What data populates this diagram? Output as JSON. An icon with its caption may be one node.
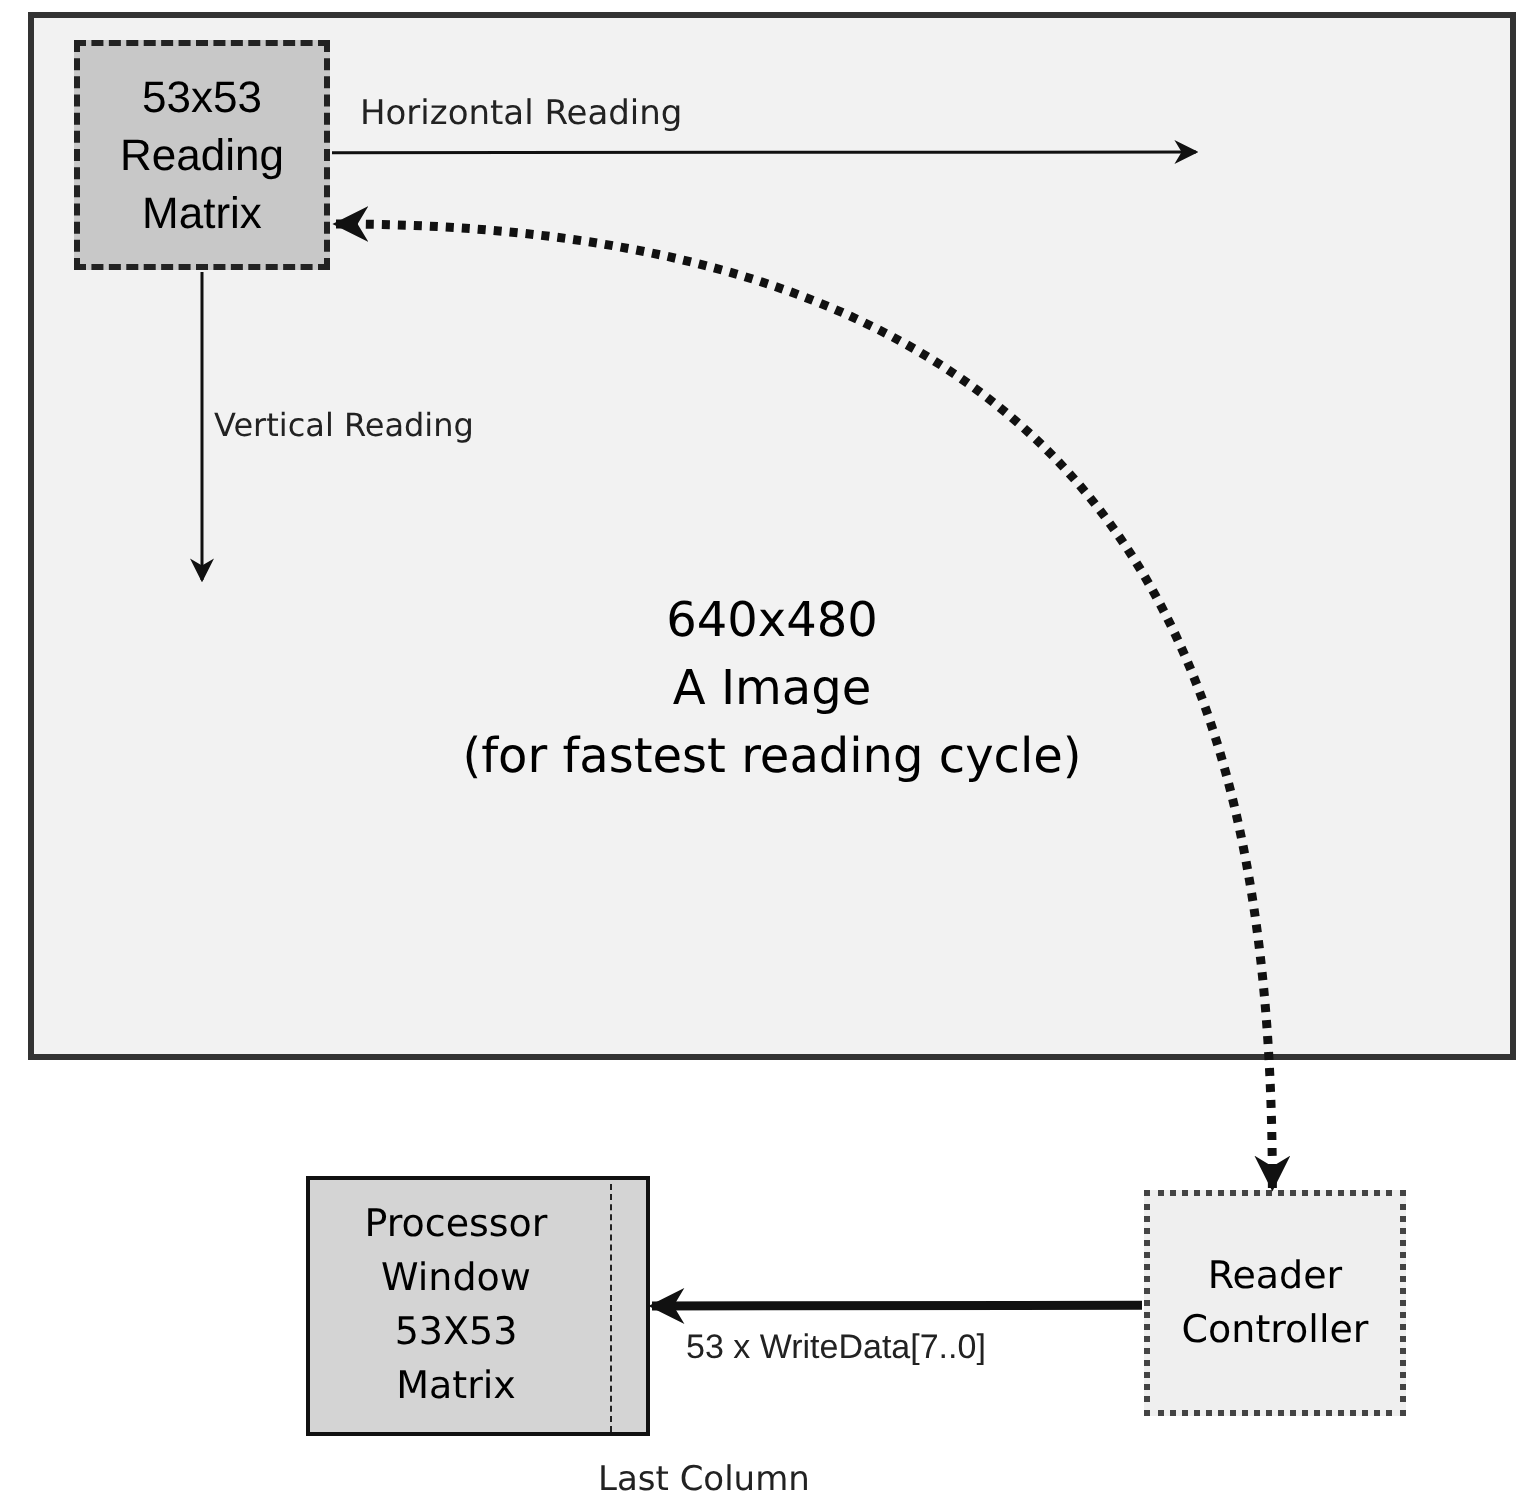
{
  "diagram": {
    "nodes": [
      {
        "text": [
          "640x480",
          "A Image",
          "(for fastest reading cycle)"
        ]
      },
      {
        "text": [
          "53x53 Reading Matrix"
        ],
        "in": 0
      },
      {
        "text": [
          "Processor Window 53X53 Matrix"
        ],
        "beside": [
          "Last Column"
        ]
      },
      {
        "text": [
          "Reader Controller"
        ]
      }
    ],
    "edges": [
      {
        "from": 1,
        "to": null,
        "arrow": "to",
        "label": "Horizontal Reading"
      },
      {
        "from": 1,
        "to": null,
        "arrow": "to",
        "label": "Vertical Reading"
      },
      {
        "from": 3,
        "to": 1,
        "arrow": "both",
        "style": "dashed"
      },
      {
        "from": 3,
        "to": 2,
        "arrow": "to",
        "style": "thick",
        "label": "53 x WriteData[7..0]"
      }
    ]
  }
}
